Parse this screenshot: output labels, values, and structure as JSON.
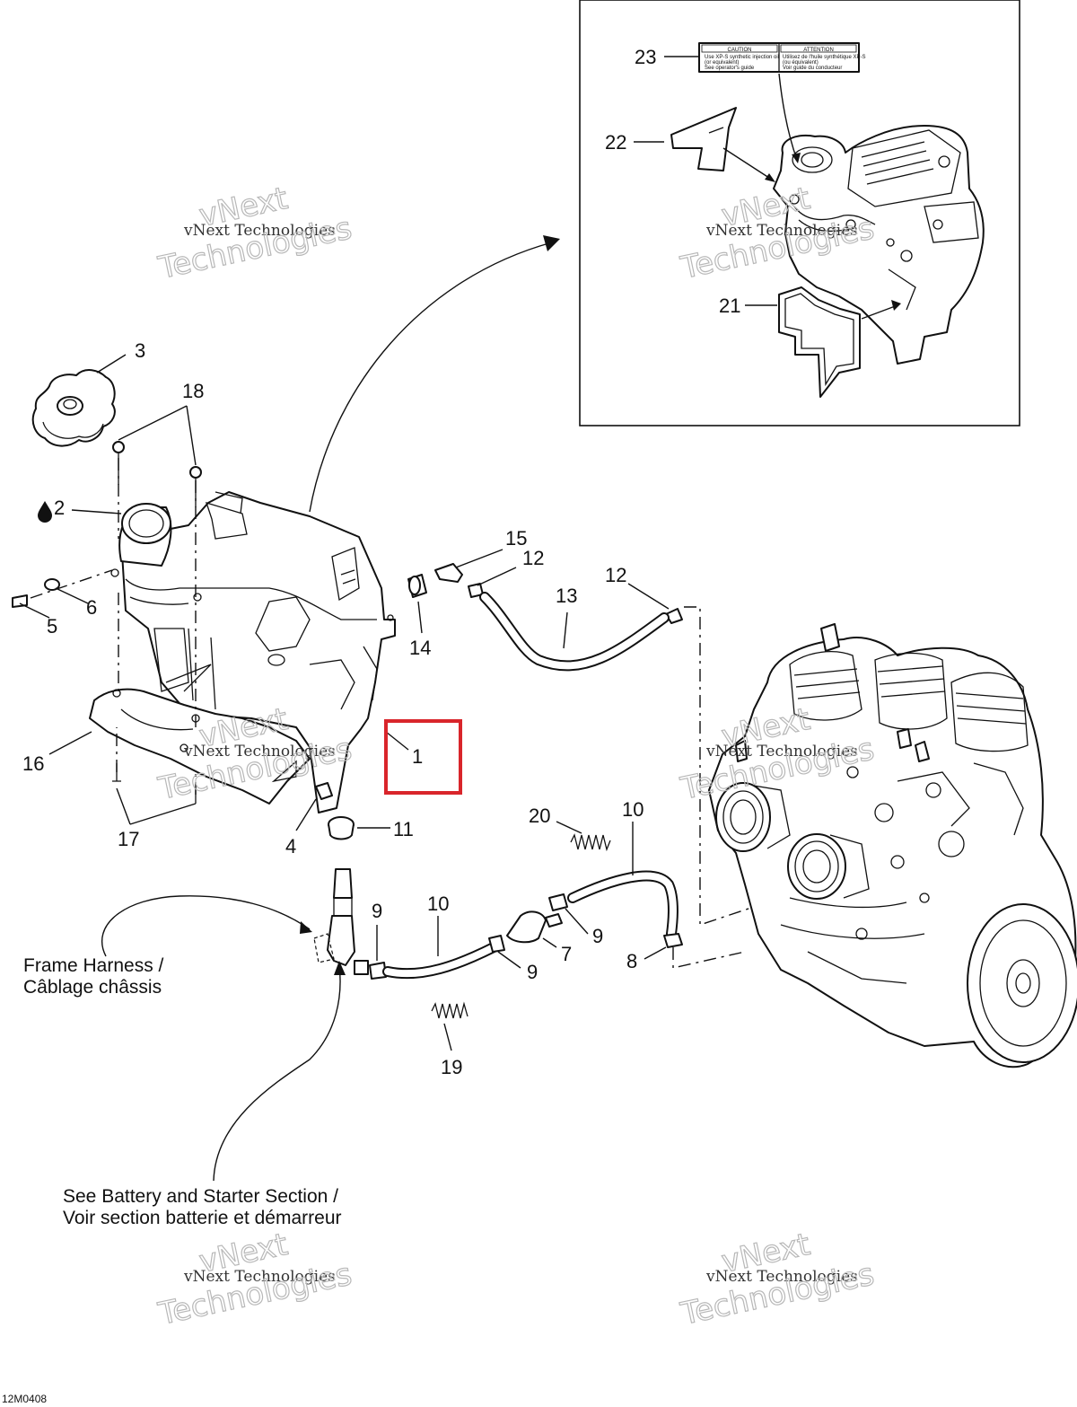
{
  "diagram_code": "12M0408",
  "watermark": {
    "line1": "vNext Technologies",
    "line2": "Technologies",
    "line3": "vNext"
  },
  "callouts": {
    "c1": "1",
    "c2": "2",
    "c3": "3",
    "c4": "4",
    "c5": "5",
    "c6": "6",
    "c7": "7",
    "c8": "8",
    "c9a": "9",
    "c9b": "9",
    "c9c": "9",
    "c10a": "10",
    "c10b": "10",
    "c11": "11",
    "c12a": "12",
    "c12b": "12",
    "c13": "13",
    "c14": "14",
    "c15": "15",
    "c16": "16",
    "c17": "17",
    "c18": "18",
    "c19": "19",
    "c20": "20",
    "c21": "21",
    "c22": "22",
    "c23": "23"
  },
  "notes": {
    "frame_harness_line1": "Frame Harness /",
    "frame_harness_line2": "Câblage châssis",
    "battery_line1": "See Battery and Starter Section /",
    "battery_line2": "Voir section batterie et démarreur"
  },
  "decal": {
    "left_title": "CAUTION",
    "right_title": "ATTENTION",
    "left_text1": "Use XP-S synthetic injection oil",
    "left_text2": "(or equivalent)",
    "left_text3": "See operator's guide",
    "right_text1": "Utilisez de l'huile synthétique XP-S",
    "right_text2": "(ou équivalent)",
    "right_text3": "Voir guide du conducteur"
  },
  "highlight_color": "#d9252b"
}
